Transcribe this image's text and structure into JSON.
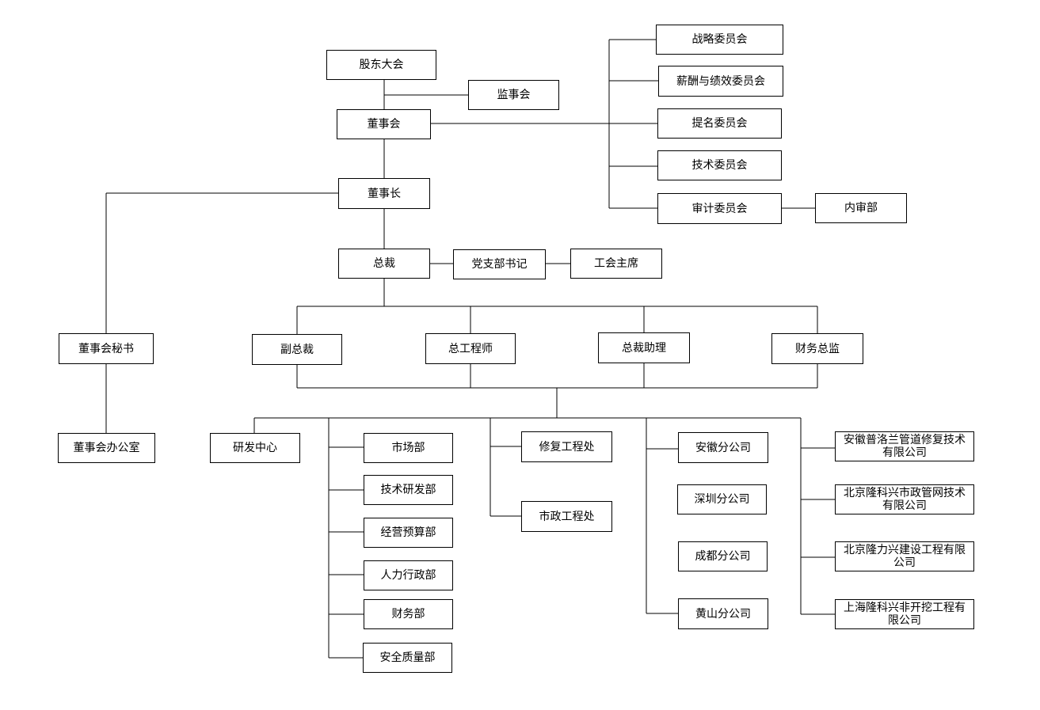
{
  "nodes": {
    "shareholders": "股东大会",
    "supervisors": "监事会",
    "board": "董事会",
    "chairman": "董事长",
    "president": "总裁",
    "party_secretary": "党支部书记",
    "union_chair": "工会主席",
    "board_secretary": "董事会秘书",
    "board_office": "董事会办公室",
    "strategy_committee": "战略委员会",
    "compensation_committee": "薪酬与绩效委员会",
    "nomination_committee": "提名委员会",
    "technology_committee": "技术委员会",
    "audit_committee": "审计委员会",
    "internal_audit": "内审部",
    "vice_president": "副总裁",
    "chief_engineer": "总工程师",
    "president_assistant": "总裁助理",
    "cfo": "财务总监",
    "rd_center": "研发中心",
    "marketing": "市场部",
    "tech_rd": "技术研发部",
    "budget": "经营预算部",
    "hr_admin": "人力行政部",
    "finance": "财务部",
    "safety_quality": "安全质量部",
    "repair_office": "修复工程处",
    "municipal_office": "市政工程处",
    "anhui_branch": "安徽分公司",
    "shenzhen_branch": "深圳分公司",
    "chengdu_branch": "成都分公司",
    "huangshan_branch": "黄山分公司",
    "sub_anhui": "安徽普洛兰管道修复技术有限公司",
    "sub_beijing_municipal": "北京隆科兴市政管网技术有限公司",
    "sub_beijing_construction": "北京隆力兴建设工程有限公司",
    "sub_shanghai": "上海隆科兴非开挖工程有限公司"
  }
}
